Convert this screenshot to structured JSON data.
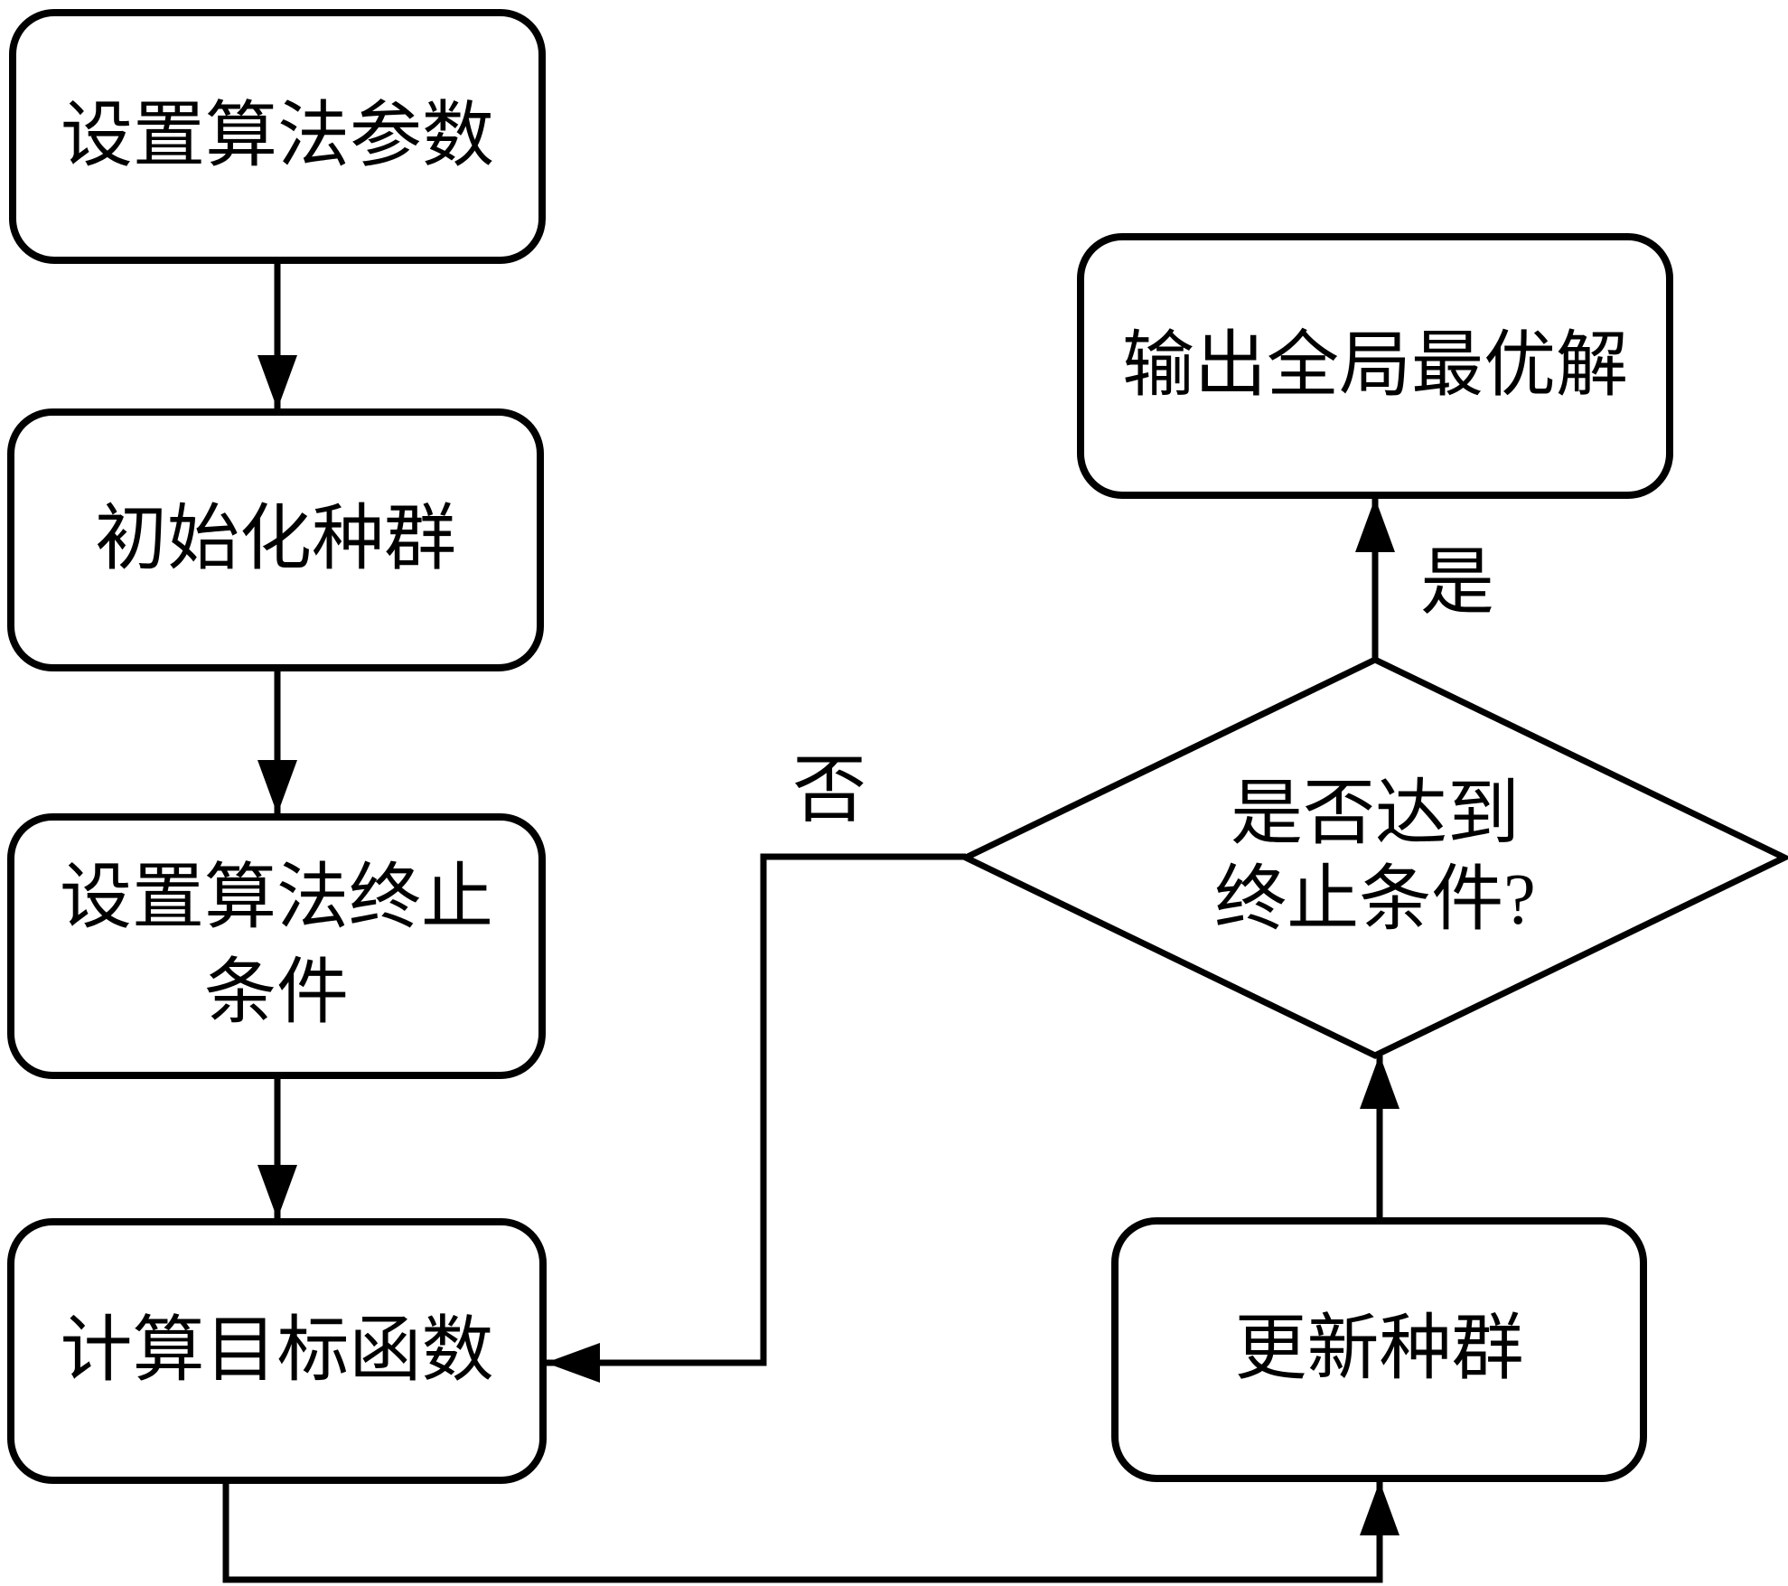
{
  "figure": {
    "type": "flowchart",
    "background": "#ffffff",
    "line_color": "#000000"
  },
  "nodes": {
    "set_params": {
      "label": "设置算法参数"
    },
    "init_population": {
      "label": "初始化种群"
    },
    "set_termination": {
      "line1": "设置算法终止",
      "line2": "条件"
    },
    "calc_objective": {
      "label": "计算目标函数"
    },
    "decision": {
      "line1": "是否达到",
      "line2": "终止条件?"
    },
    "output_best": {
      "label": "输出全局最优解"
    },
    "update_population": {
      "label": "更新种群"
    }
  },
  "edge_labels": {
    "yes": "是",
    "no": "否"
  }
}
